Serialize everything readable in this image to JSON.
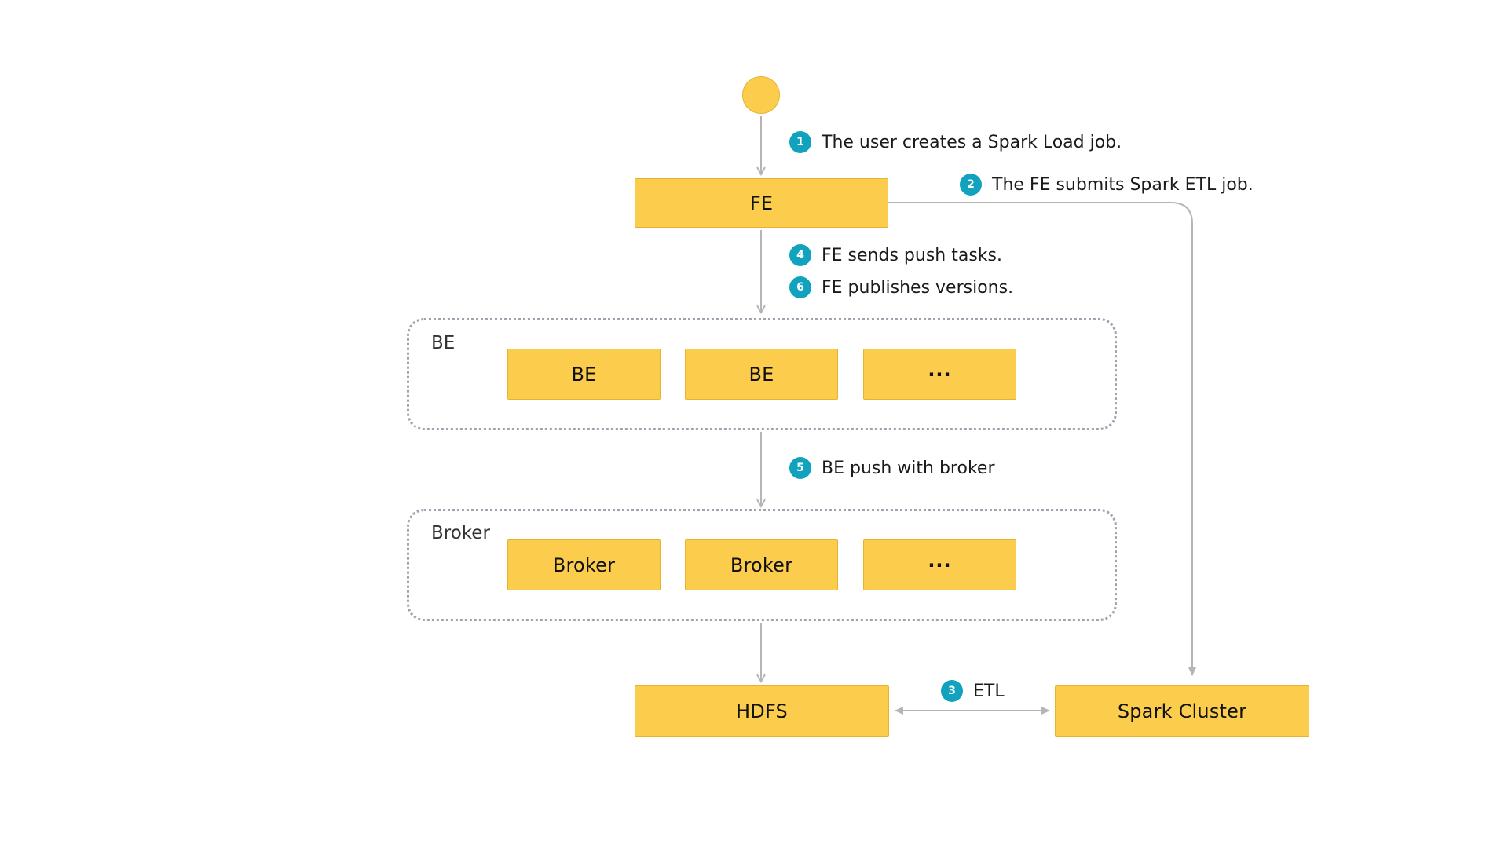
{
  "colors": {
    "node_fill": "#FCCD4D",
    "node_border": "#E5B330",
    "badge": "#11A3BD",
    "connector": "#B5B5B5",
    "group_border": "#9EA3AF"
  },
  "nodes": {
    "fe": "FE",
    "be_1": "BE",
    "be_2": "BE",
    "be_more": "···",
    "broker_1": "Broker",
    "broker_2": "Broker",
    "broker_more": "···",
    "hdfs": "HDFS",
    "spark_cluster": "Spark Cluster"
  },
  "groups": {
    "be": "BE",
    "broker": "Broker"
  },
  "steps": [
    {
      "number": "1",
      "text": "The user creates a Spark Load job."
    },
    {
      "number": "2",
      "text": "The FE submits Spark ETL job."
    },
    {
      "number": "3",
      "text": "ETL"
    },
    {
      "number": "4",
      "text": "FE sends push tasks."
    },
    {
      "number": "5",
      "text": "BE push with broker"
    },
    {
      "number": "6",
      "text": "FE publishes versions."
    }
  ]
}
